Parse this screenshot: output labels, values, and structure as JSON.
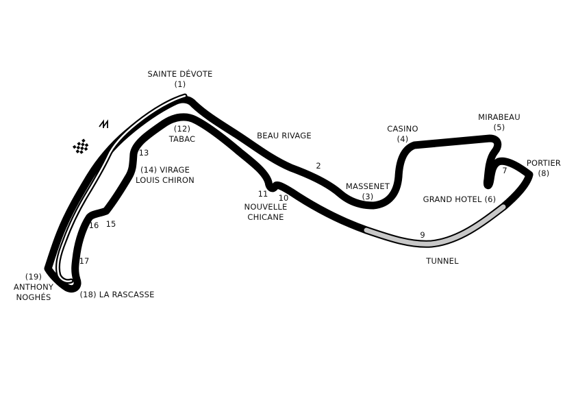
{
  "map": {
    "colors": {
      "track": "#000000",
      "track_inner": "#ffffff",
      "tunnel": "#c8c8c8",
      "text": "#111111",
      "background": "#ffffff"
    },
    "icons": [
      "start-direction-arrows-icon",
      "checkered-flag-icon"
    ],
    "corners": {
      "sainte_devote_name": "SAINTE DÉVOTE",
      "sainte_devote_num": "(1)",
      "beau_rivage": "BEAU RIVAGE",
      "turn2": "2",
      "massenet_name": "MASSENET",
      "massenet_num": "(3)",
      "casino_name": "CASINO",
      "casino_num": "(4)",
      "mirabeau_name": "MIRABEAU",
      "mirabeau_num": "(5)",
      "grand_hotel": "GRAND HOTEL (6)",
      "turn7": "7",
      "portier_name": "PORTIER",
      "portier_num": "(8)",
      "turn9": "9",
      "tunnel": "TUNNEL",
      "turn10": "10",
      "turn11": "11",
      "nouvelle_chicane_1": "NOUVELLE",
      "nouvelle_chicane_2": "CHICANE",
      "tabac_num": "(12)",
      "tabac_name": "TABAC",
      "turn13": "13",
      "louis_chiron_1": "(14) VIRAGE",
      "louis_chiron_2": "LOUIS CHIRON",
      "turn15": "15",
      "turn16": "16",
      "turn17": "17",
      "la_rascasse": "(18) LA RASCASSE",
      "anthony_noghes_num": "(19)",
      "anthony_noghes_1": "ANTHONY",
      "anthony_noghes_2": "NOGHÉS"
    }
  }
}
